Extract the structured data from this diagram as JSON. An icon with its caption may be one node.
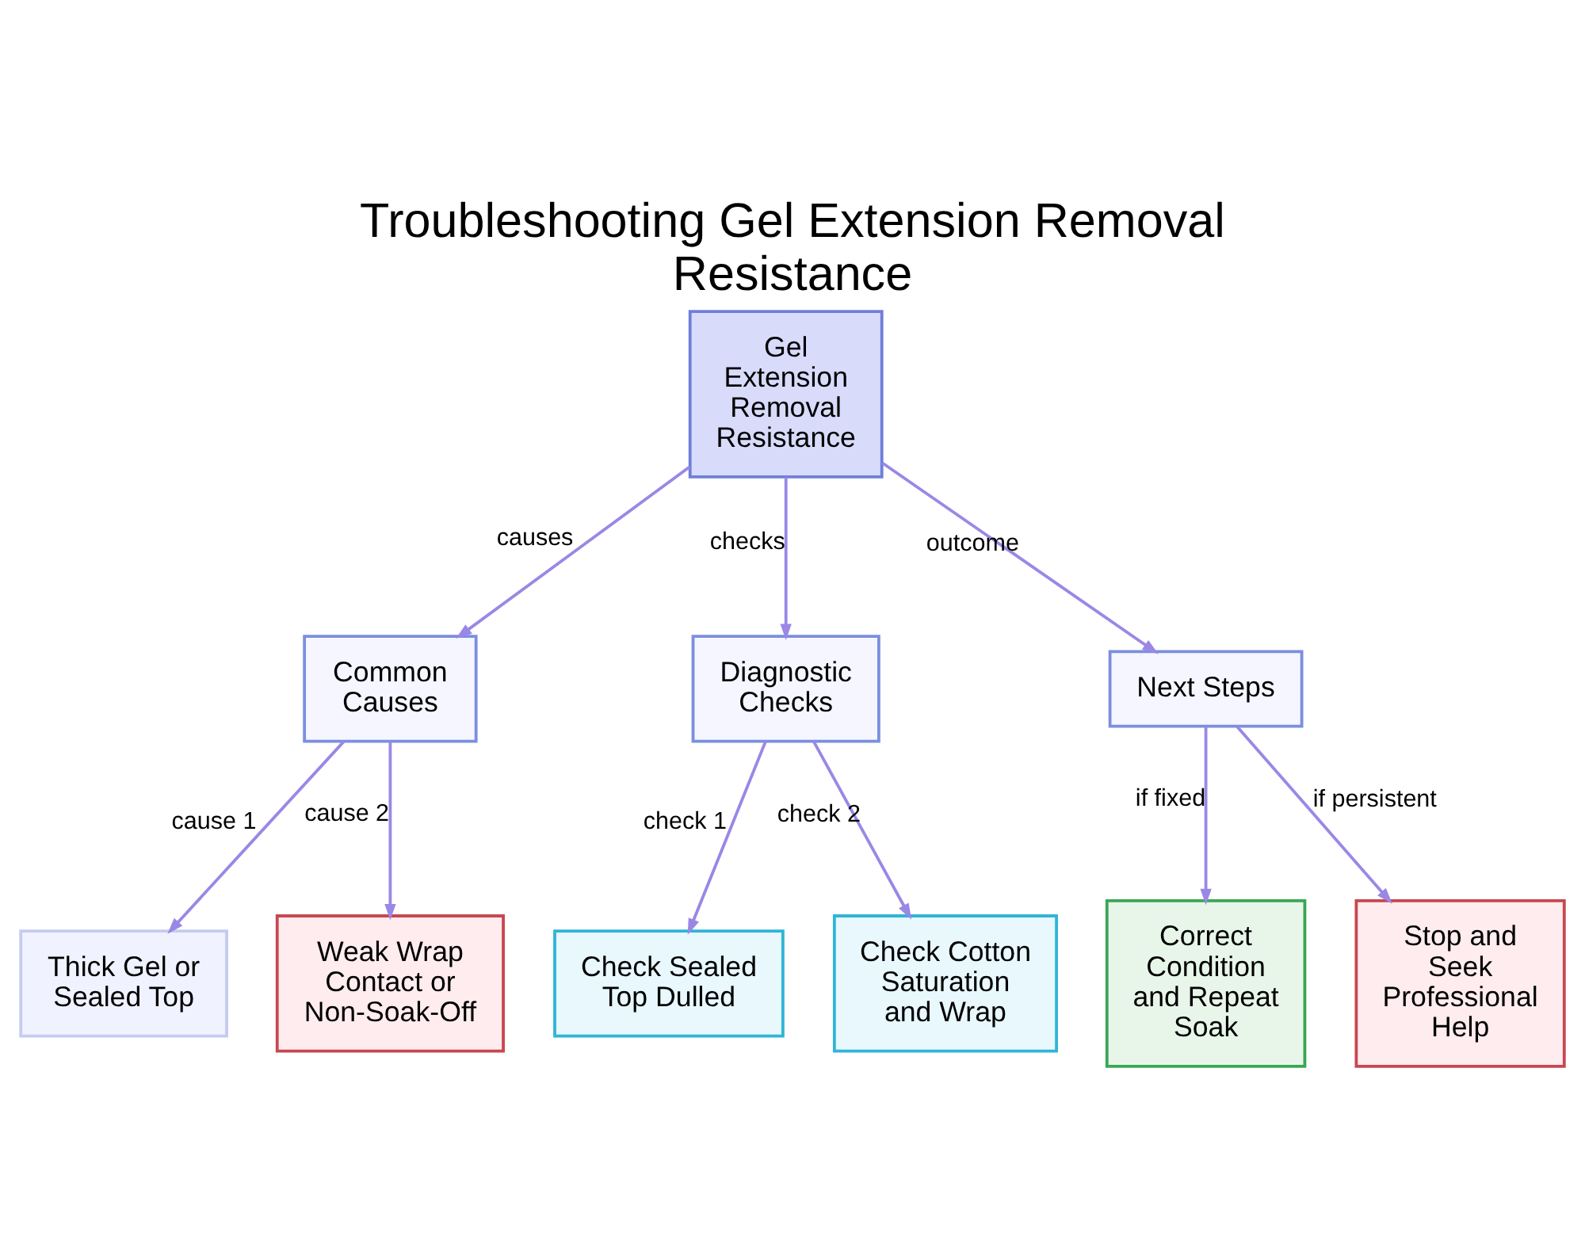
{
  "diagram": {
    "title": "Troubleshooting Gel Extension Removal Resistance",
    "nodes": [
      {
        "text": [
          "Gel Extension Removal Resistance"
        ]
      },
      {
        "text": [
          "Common Causes"
        ]
      },
      {
        "text": [
          "Diagnostic Checks"
        ]
      },
      {
        "text": [
          "Next Steps"
        ]
      },
      {
        "text": [
          "Thick Gel or Sealed Top"
        ]
      },
      {
        "text": [
          "Weak Wrap Contact or Non-Soak-Off"
        ]
      },
      {
        "text": [
          "Check Sealed Top Dulled"
        ]
      },
      {
        "text": [
          "Check Cotton Saturation and Wrap"
        ]
      },
      {
        "text": [
          "Correct Condition and Repeat Soak"
        ]
      },
      {
        "text": [
          "Stop and Seek Professional Help"
        ]
      }
    ],
    "edges": [
      {
        "from": 0,
        "to": 1,
        "arrow": "to",
        "label": "causes"
      },
      {
        "from": 0,
        "to": 2,
        "arrow": "to",
        "label": "checks"
      },
      {
        "from": 0,
        "to": 3,
        "arrow": "to",
        "label": "outcome"
      },
      {
        "from": 1,
        "to": 4,
        "arrow": "to",
        "label": "cause 1"
      },
      {
        "from": 1,
        "to": 5,
        "arrow": "to",
        "label": "cause 2"
      },
      {
        "from": 2,
        "to": 6,
        "arrow": "to",
        "label": "check 1"
      },
      {
        "from": 2,
        "to": 7,
        "arrow": "to",
        "label": "check 2"
      },
      {
        "from": 3,
        "to": 8,
        "arrow": "to",
        "label": "if fixed"
      },
      {
        "from": 3,
        "to": 9,
        "arrow": "to",
        "label": "if persistent"
      }
    ]
  }
}
